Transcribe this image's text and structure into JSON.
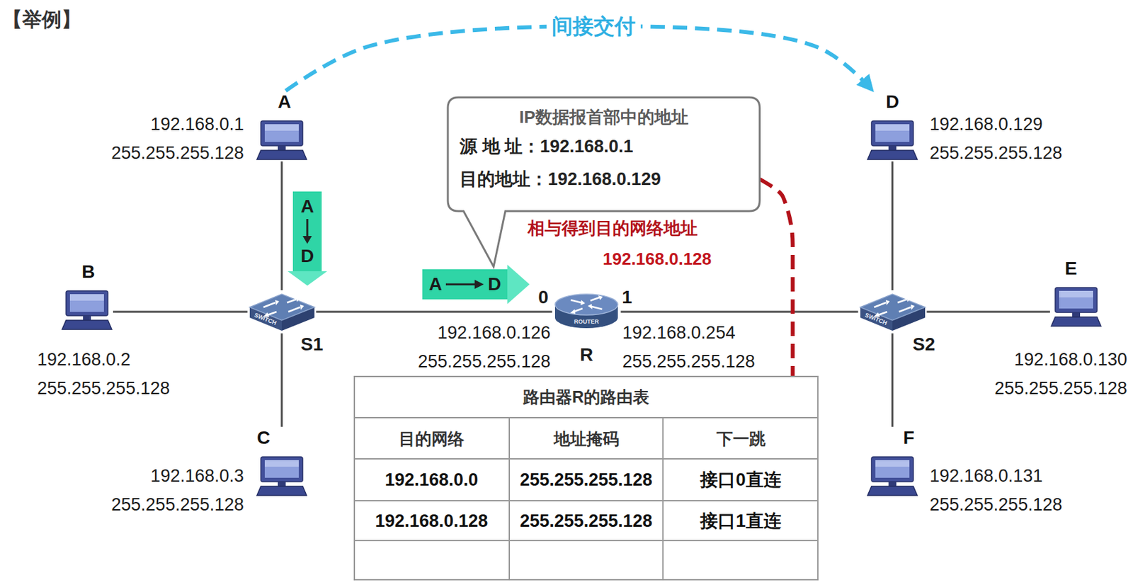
{
  "diagram": {
    "title": "【举例】",
    "nodes": [
      {
        "text": [
          "A",
          "192.168.0.1 255.255.255.128"
        ]
      },
      {
        "text": [
          "D",
          "192.168.0.129 255.255.255.128"
        ]
      },
      {
        "text": [
          "IP数据报首部中的地址",
          "源 地 址：192.168.0.1",
          "目的地址：192.168.0.129"
        ]
      },
      {
        "text": [
          "A",
          "D"
        ]
      },
      {
        "text": [
          "B",
          "192.168.0.2 255.255.255.128"
        ]
      },
      {
        "text": [
          "S1"
        ]
      },
      {
        "text": [
          "A",
          "D"
        ]
      },
      {
        "text": [
          "R"
        ]
      },
      {
        "text": [
          "S2"
        ]
      },
      {
        "text": [
          "E",
          "192.168.0.130 255.255.255.128"
        ]
      },
      {
        "text": [
          "路由器R的路由表"
        ]
      },
      {
        "text": [
          "目的网络"
        ],
        "in": 10
      },
      {
        "text": [
          "地址掩码"
        ],
        "in": 10
      },
      {
        "text": [
          "下一跳"
        ],
        "in": 10
      },
      {
        "text": [
          "192.168.0.0"
        ],
        "in": 10
      },
      {
        "text": [
          "255.255.255.128"
        ],
        "in": 10
      },
      {
        "text": [
          "接口0直连"
        ],
        "in": 10
      },
      {
        "text": [
          "192.168.0.128"
        ],
        "in": 10
      },
      {
        "text": [
          "255.255.255.128"
        ],
        "in": 10
      },
      {
        "text": [
          "接口1直连"
        ],
        "in": 10
      },
      {
        "text": [
          "C",
          "192.168.0.3 255.255.255.128"
        ]
      },
      {
        "text": [
          "F",
          "192.168.0.131 255.255.255.128"
        ]
      }
    ],
    "edges": [
      {
        "from": 0,
        "to": 1,
        "arrow": "to",
        "label": "间接交付"
      },
      {
        "from": 0,
        "to": 5,
        "arrow": "none"
      },
      {
        "from": 4,
        "to": 5,
        "arrow": "none"
      },
      {
        "from": 5,
        "to": 20,
        "arrow": "none"
      },
      {
        "from": 5,
        "to": 7,
        "arrow": "none"
      },
      {
        "from": 7,
        "to": 8,
        "arrow": "none"
      },
      {
        "from": 8,
        "to": 1,
        "arrow": "none"
      },
      {
        "from": 8,
        "to": 9,
        "arrow": "none"
      },
      {
        "from": 8,
        "to": 21,
        "arrow": "none"
      },
      {
        "from": 2,
        "to": 18,
        "arrow": "to"
      }
    ],
    "labels": [
      "0",
      "1",
      "192.168.0.126 255.255.255.128",
      "192.168.0.254 255.255.255.128",
      "相与得到目的网络地址",
      "192.168.0.128",
      "SWITCH",
      "SWITCH",
      "ROUTER"
    ]
  }
}
